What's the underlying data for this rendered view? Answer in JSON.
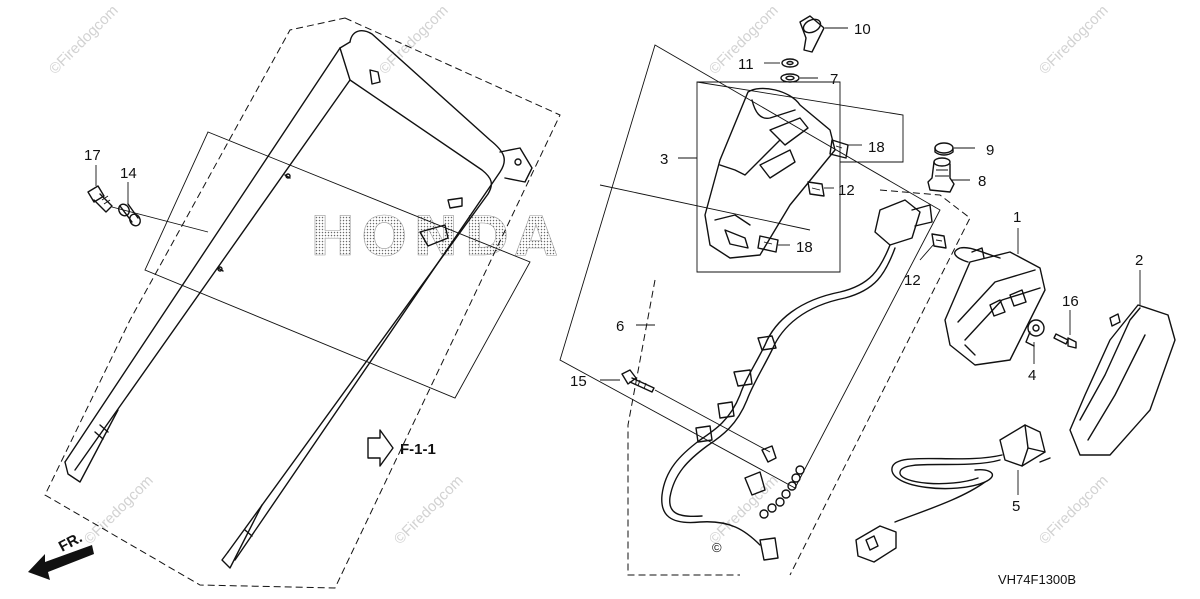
{
  "diagram": {
    "watermark": "©Firedogcom",
    "brand_logo_text": "HONDA",
    "diagram_code": "VH74F1300B",
    "reference_label": "F-1-1",
    "front_label": "FR.",
    "callouts": {
      "c1": "1",
      "c2": "2",
      "c3": "3",
      "c4": "4",
      "c5": "5",
      "c6": "6",
      "c7": "7",
      "c8": "8",
      "c9": "9",
      "c10": "10",
      "c11": "11",
      "c12a": "12",
      "c12b": "12",
      "c14": "14",
      "c15": "15",
      "c16": "16",
      "c17": "17",
      "c18a": "18",
      "c18b": "18"
    }
  }
}
